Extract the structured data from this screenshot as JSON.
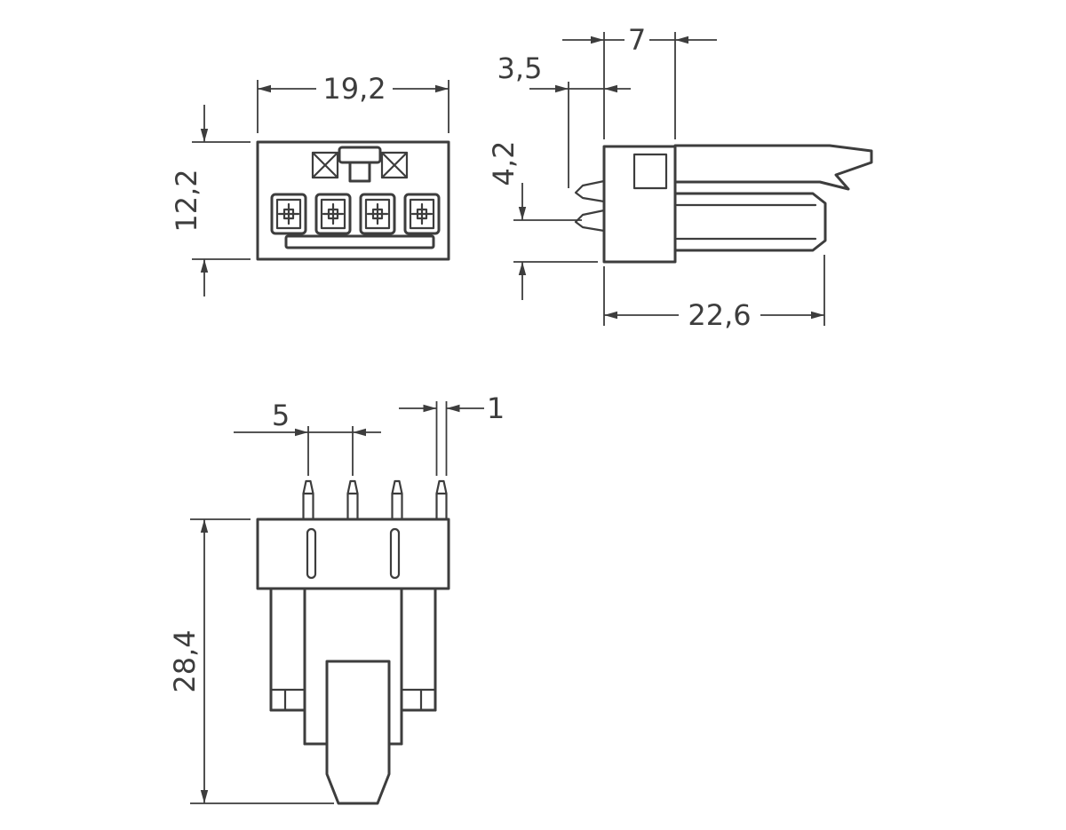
{
  "drawing": {
    "views": {
      "front": {
        "dim_width": "19,2",
        "dim_height": "12,2"
      },
      "side": {
        "dim_body_depth": "7",
        "dim_pin_protrusion": "3,5",
        "dim_pin_offset": "4,2",
        "dim_total_depth": "22,6"
      },
      "bottom": {
        "dim_pin_pitch": "5",
        "dim_pin_width": "1",
        "dim_total_height": "28,4"
      }
    },
    "colors": {
      "line": "#3d3d3d",
      "background": "#ffffff"
    }
  }
}
